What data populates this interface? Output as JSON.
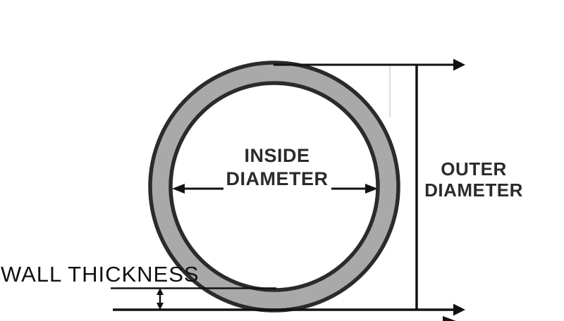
{
  "diagram": {
    "labels": {
      "inside_diameter_line1": "INSIDE",
      "inside_diameter_line2": "DIAMETER",
      "outer_diameter_line1": "OUTER",
      "outer_diameter_line2": "DIAMETER",
      "wall_thickness": "WALL THICKNESS"
    },
    "colors": {
      "ring_fill": "#a9a9a9",
      "ring_stroke": "#2b2b2b",
      "line": "#121212",
      "label_text": "#2b2b2b",
      "wall_text": "#111111",
      "background": "#ffffff",
      "faint_line": "#c8c8c8"
    }
  }
}
